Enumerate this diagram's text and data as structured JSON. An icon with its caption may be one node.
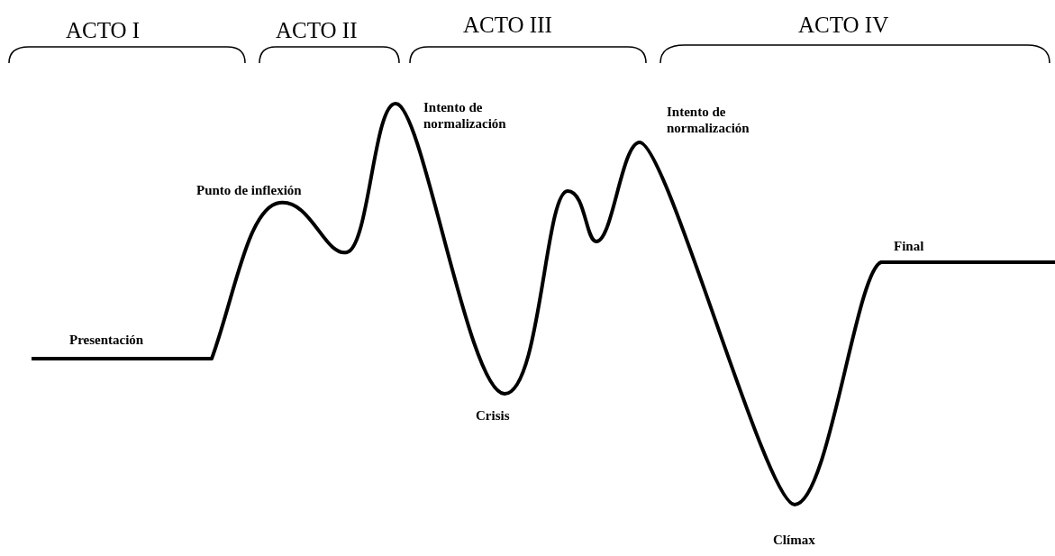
{
  "diagram": {
    "labels": [
      "ACTO I",
      "ACTO II",
      "ACTO III",
      "ACTO IV",
      "Intento de normalización",
      "Intento de normalización",
      "Punto de inflexión",
      "Final",
      "Presentación",
      "Crisis",
      "Clímax"
    ]
  }
}
